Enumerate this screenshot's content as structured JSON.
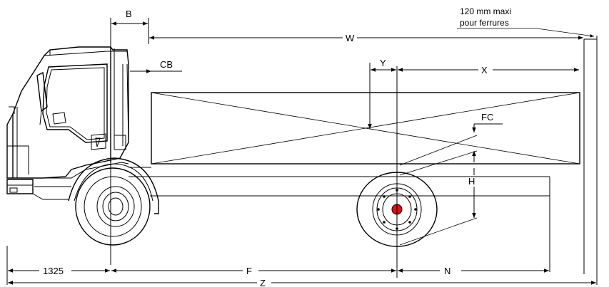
{
  "note": {
    "line1": "120 mm maxi",
    "line2": "pour ferrures"
  },
  "dimensions": {
    "B": "B",
    "W": "W",
    "CB": "CB",
    "Y": "Y",
    "X": "X",
    "FC": "FC",
    "H": "H",
    "front_overhang": "1325",
    "F": "F",
    "N": "N",
    "Z": "Z"
  },
  "colors": {
    "line": "#000000",
    "hub": "#dd1111"
  }
}
